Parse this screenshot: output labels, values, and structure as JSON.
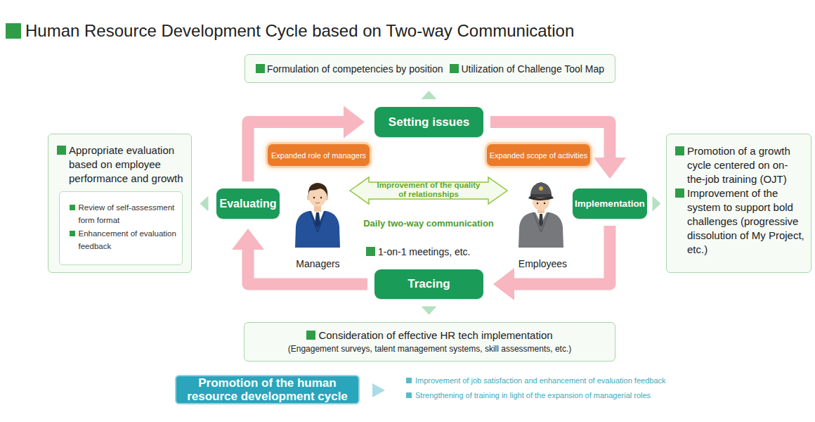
{
  "diagram": {
    "title": "Human Resource Development Cycle based on Two-way Communication",
    "nodes": [
      {
        "text": [
          "Formulation of competencies by position",
          "Utilization of Challenge Tool Map"
        ]
      },
      {
        "text": [
          "Setting issues"
        ]
      },
      {
        "text": [
          "Expanded role of managers"
        ]
      },
      {
        "text": [
          "Expanded scope of activities"
        ]
      },
      {
        "text": [
          "Appropriate evaluation based on employee performance and growth"
        ]
      },
      {
        "text": [
          "Review of self-assessment form format",
          "Enhancement of evaluation feedback"
        ],
        "in": 4
      },
      {
        "text": [
          "Evaluating"
        ]
      },
      {
        "text": [
          "Implementation"
        ]
      },
      {
        "text": [
          "Promotion of a growth cycle centered on on-the-job training (OJT)",
          "Improvement of the system to support bold challenges (progressive dissolution of My Project, etc.)"
        ]
      },
      {
        "text": [
          "Tracing"
        ]
      },
      {
        "text": [
          "Consideration of effective HR tech implementation",
          "(Engagement surveys, talent management systems, skill assessments, etc.)"
        ]
      },
      {
        "text": [
          "Promotion of the human resource development cycle"
        ]
      }
    ],
    "edges": [
      {
        "from": 1,
        "to": 7,
        "arrow": "to"
      },
      {
        "from": 7,
        "to": 9,
        "arrow": "to"
      },
      {
        "from": 9,
        "to": 6,
        "arrow": "to"
      },
      {
        "from": 6,
        "to": 1,
        "arrow": "to"
      },
      {
        "from": 1,
        "to": 0,
        "arrow": "to"
      },
      {
        "from": 6,
        "to": 4,
        "arrow": "to"
      },
      {
        "from": 7,
        "to": 8,
        "arrow": "to"
      },
      {
        "from": 9,
        "to": 10,
        "arrow": "to"
      }
    ],
    "labels": [
      "Improvement of the quality of relationships",
      "Daily two-way communication",
      "1-on-1 meetings, etc.",
      "Managers",
      "Employees",
      "Improvement of job satisfaction and enhancement of evaluation feedback",
      "Strengthening of training in light of the expansion of managerial roles"
    ]
  }
}
